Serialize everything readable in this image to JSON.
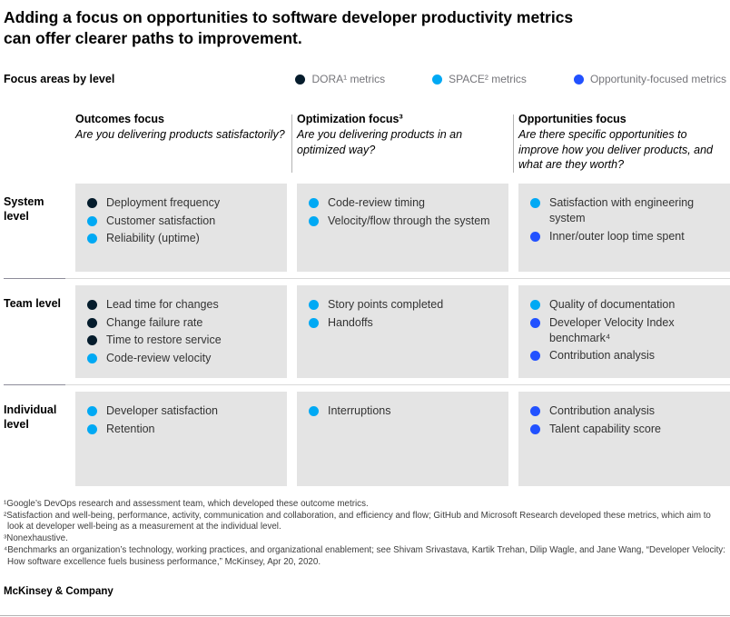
{
  "title": {
    "line1": "Adding a focus on opportunities to software developer productivity metrics",
    "line2": "can offer clearer paths to improvement."
  },
  "legend": {
    "heading": "Focus areas by level",
    "items": [
      {
        "key": "dora",
        "label": "DORA¹ metrics"
      },
      {
        "key": "space",
        "label": "SPACE² metrics"
      },
      {
        "key": "opportunity",
        "label": "Opportunity-focused metrics"
      }
    ]
  },
  "colors": {
    "dora": "#051c2c",
    "space": "#00a9f4",
    "opportunity": "#2251ff",
    "cell_background": "#e4e4e4"
  },
  "chart_data": {
    "type": "table",
    "title": "Focus areas by level",
    "legend_position": "top-right",
    "columns": [
      {
        "title": "Outcomes focus",
        "question": "Are you delivering products satisfactorily?"
      },
      {
        "title": "Optimization focus³",
        "question": "Are you delivering products in an optimized way?"
      },
      {
        "title": "Opportunities focus",
        "question": "Are there specific opportunities to improve how you deliver products, and what are they worth?"
      }
    ],
    "rows": [
      {
        "label": "System level",
        "cells": [
          [
            {
              "text": "Deployment frequency",
              "type": "dora"
            },
            {
              "text": "Customer satisfaction",
              "type": "space"
            },
            {
              "text": "Reliability (uptime)",
              "type": "space"
            }
          ],
          [
            {
              "text": "Code-review timing",
              "type": "space"
            },
            {
              "text": "Velocity/flow through the system",
              "type": "space"
            }
          ],
          [
            {
              "text": "Satisfaction with engineering system",
              "type": "space"
            },
            {
              "text": "Inner/outer loop time spent",
              "type": "opportunity"
            }
          ]
        ]
      },
      {
        "label": "Team level",
        "cells": [
          [
            {
              "text": "Lead time for changes",
              "type": "dora"
            },
            {
              "text": "Change failure rate",
              "type": "dora"
            },
            {
              "text": "Time to restore service",
              "type": "dora"
            },
            {
              "text": "Code-review velocity",
              "type": "space"
            }
          ],
          [
            {
              "text": "Story points completed",
              "type": "space"
            },
            {
              "text": "Handoffs",
              "type": "space"
            }
          ],
          [
            {
              "text": "Quality of documentation",
              "type": "space"
            },
            {
              "text": "Developer Velocity Index benchmark⁴",
              "type": "opportunity"
            },
            {
              "text": "Contribution analysis",
              "type": "opportunity"
            }
          ]
        ]
      },
      {
        "label": "Individual level",
        "cells": [
          [
            {
              "text": "Developer satisfaction",
              "type": "space"
            },
            {
              "text": "Retention",
              "type": "space"
            }
          ],
          [
            {
              "text": "Interruptions",
              "type": "space"
            }
          ],
          [
            {
              "text": "Contribution analysis",
              "type": "opportunity"
            },
            {
              "text": "Talent capability score",
              "type": "opportunity"
            }
          ]
        ]
      }
    ]
  },
  "footnotes": [
    "¹Google’s DevOps research and assessment team, which developed these outcome metrics.",
    "²Satisfaction and well-being, performance, activity, communication and collaboration, and efficiency and flow; GitHub and Microsoft Research developed these metrics, which aim to look at developer well-being as a measurement at the individual level.",
    "³Nonexhaustive.",
    "⁴Benchmarks an organization’s technology, working practices, and organizational enablement; see Shivam Srivastava, Kartik Trehan, Dilip Wagle, and Jane Wang, “Developer Velocity: How software excellence fuels business performance,” McKinsey, Apr 20, 2020."
  ],
  "branding": "McKinsey & Company"
}
